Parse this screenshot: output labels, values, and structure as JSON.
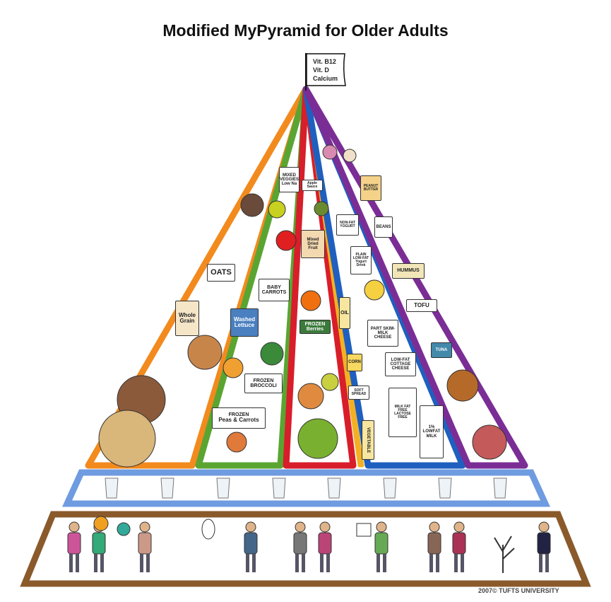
{
  "title": "Modified MyPyramid for Older Adults",
  "flag": {
    "lines": [
      "Vit. B12",
      "Vit. D",
      "Calcium"
    ]
  },
  "colors": {
    "grains": "#f28a1e",
    "vegetables": "#5aa532",
    "fruits": "#d81e2a",
    "oils": "#f2b124",
    "milk": "#1f5fbf",
    "meat_beans": "#7b2d96",
    "fluids": "#6f9be0",
    "activity": "#8b5a2b"
  },
  "food_labels": {
    "grains": [
      "OATS",
      "Whole Grain"
    ],
    "vegetables": [
      "MIXED VEGGIES",
      "Low Na",
      "BABY CARROTS",
      "Washed Lettuce",
      "FROZEN BROCCOLI",
      "FROZEN",
      "Peas & Carrots"
    ],
    "fruits": [
      "Apple Sauce",
      "Mixed Dried Fruit",
      "FROZEN Berries"
    ],
    "oils": [
      "OIL",
      "CORN",
      "SOFT SPREAD",
      "VEGETABLE"
    ],
    "milk": [
      "NON-FAT YOGURT",
      "PLAIN LOW-FAT Yogurt Drink",
      "PART SKIM-MILK CHEESE",
      "LOW-FAT COTTAGE CHEESE",
      "MILK FAT FREE LACTOSE FREE",
      "1% LOWFAT MILK"
    ],
    "meat_beans": [
      "PEANUT BUTTER",
      "BEANS",
      "HUMMUS",
      "TOFU",
      "TUNA"
    ]
  },
  "credit": "2007© TUFTS UNIVERSITY"
}
